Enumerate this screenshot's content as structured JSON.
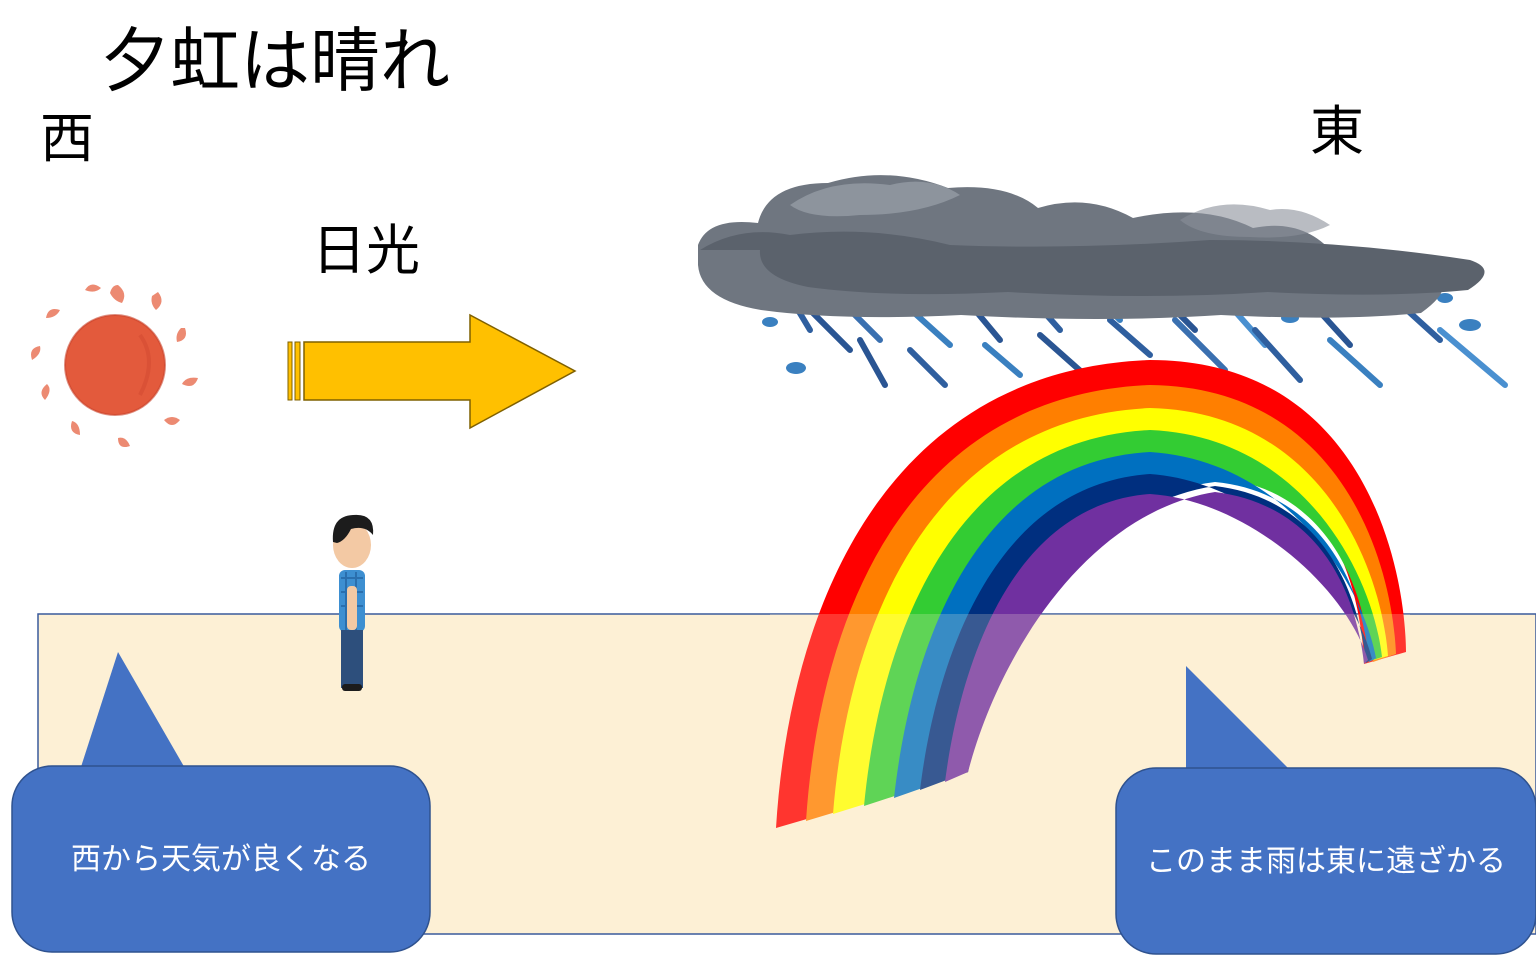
{
  "title": "夕虹は晴れ",
  "direction": {
    "west": "西",
    "east": "東"
  },
  "sunlight_label": "日光",
  "callouts": {
    "left": "西から天気が良くなる",
    "right": "このまま雨は東に遠ざかる"
  },
  "icons": {
    "sun": "sun-icon",
    "rain_cloud": "rain-cloud-icon",
    "person": "person-icon",
    "arrow": "right-arrow-icon",
    "rainbow": "rainbow"
  },
  "colors": {
    "ground_fill": "#fdf0d5",
    "ground_border": "#3a5a9c",
    "callout_fill": "#4472c4",
    "arrow_fill": "#ffc000",
    "sun": "#e35a3c",
    "rainbow": [
      "#ff0000",
      "#ff7f00",
      "#ffff00",
      "#33cc33",
      "#0070c0",
      "#002f7f",
      "#7030a0"
    ]
  }
}
